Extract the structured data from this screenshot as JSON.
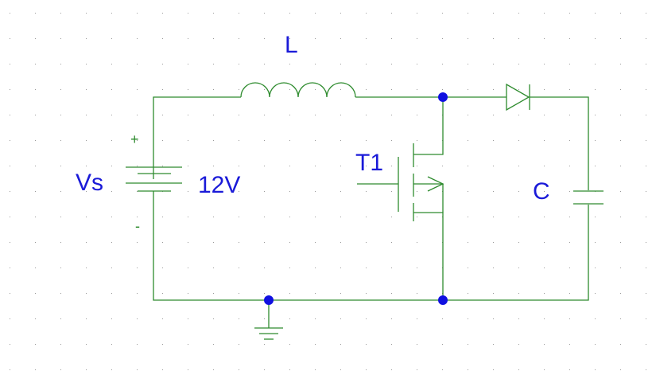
{
  "colors": {
    "background": "#ffffff",
    "grid_dot": "#9a9a9a",
    "wire": "#2e8b2e",
    "component": "#2e8b2e",
    "label": "#1a1ad8",
    "junction": "#1010e0",
    "ground": "#2e8b2e"
  },
  "circuit": {
    "source": {
      "name": "Vs",
      "value": "12V",
      "plus": "+",
      "minus": "-"
    },
    "inductor": {
      "name": "L"
    },
    "transistor": {
      "name": "T1"
    },
    "capacitor": {
      "name": "C"
    },
    "diode": {
      "name": ""
    }
  }
}
